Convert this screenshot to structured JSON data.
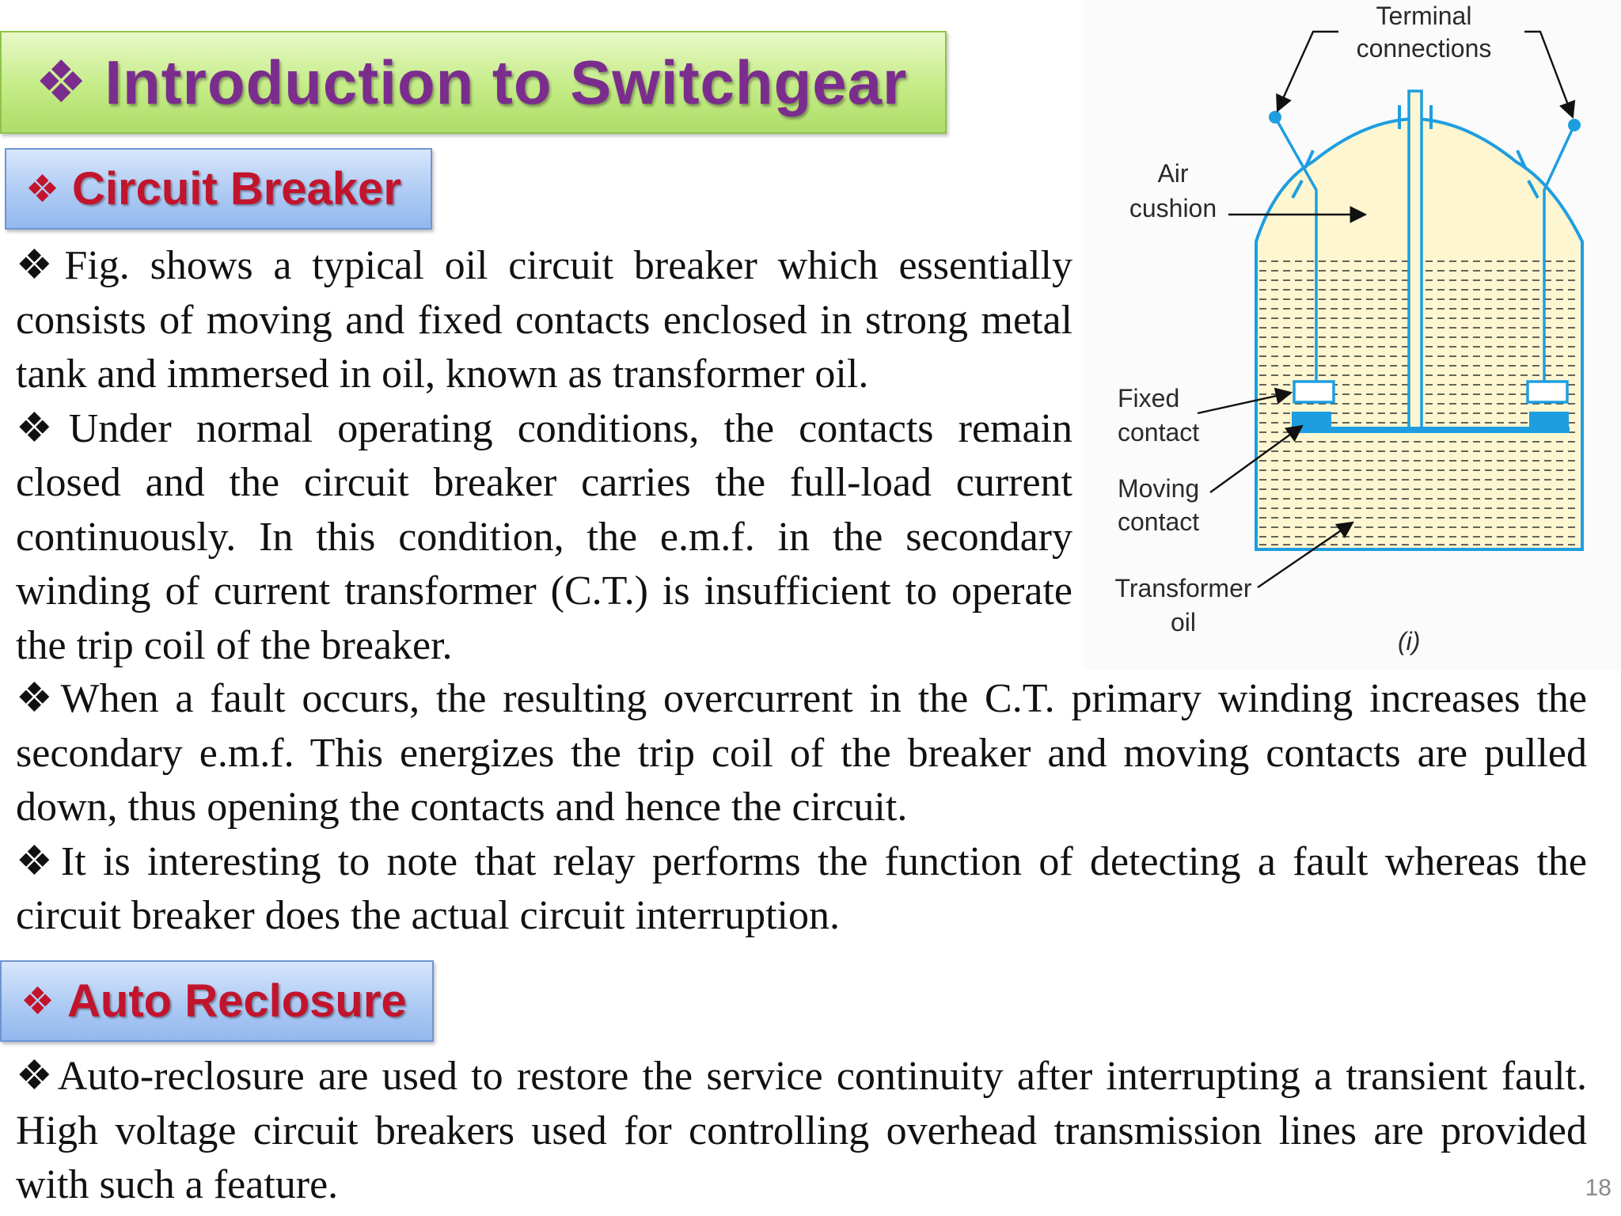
{
  "slide": {
    "title": "Introduction to Switchgear",
    "bullet_symbol": "❖",
    "page_number": "18"
  },
  "sections": {
    "circuit_breaker": {
      "heading": "Circuit Breaker",
      "paragraphs": [
        "Fig. shows a typical oil circuit breaker which essentially consists of moving and fixed contacts enclosed in strong metal tank and immersed in oil, known as transformer oil.",
        "Under normal operating conditions, the contacts remain closed and the circuit breaker carries the full-load current continuously. In this condition, the e.m.f. in the secondary winding of current transformer (C.T.) is insufficient to operate the trip coil of the breaker.",
        "When a fault occurs, the resulting overcurrent in the C.T. primary winding increases the secondary e.m.f. This energizes the trip coil of the breaker and moving contacts are pulled down, thus opening the contacts and hence the circuit.",
        "It is interesting to note that relay performs the function of detecting a fault whereas the circuit breaker does the actual circuit interruption."
      ]
    },
    "auto_reclosure": {
      "heading": "Auto Reclosure",
      "paragraphs": [
        "Auto-reclosure are used to restore the service continuity after interrupting a transient fault. High voltage circuit breakers used for controlling overhead transmission lines are provided with such a feature."
      ]
    }
  },
  "figure": {
    "labels": {
      "terminal_line1": "Terminal",
      "terminal_line2": "connections",
      "air_line1": "Air",
      "air_line2": "cushion",
      "fixed_line1": "Fixed",
      "fixed_line2": "contact",
      "moving_line1": "Moving",
      "moving_line2": "contact",
      "oil_line1": "Transformer",
      "oil_line2": "oil",
      "caption": "(i)"
    },
    "colors": {
      "tank_outline": "#1e9ee0",
      "air_fill": "#fdf6d0",
      "contact_fill": "#1e9ee0"
    }
  },
  "colors": {
    "title_text": "#7b2d8e",
    "section_text": "#c2142c",
    "title_banner": "#c4ec86",
    "section_banner": "#aac8f3"
  }
}
